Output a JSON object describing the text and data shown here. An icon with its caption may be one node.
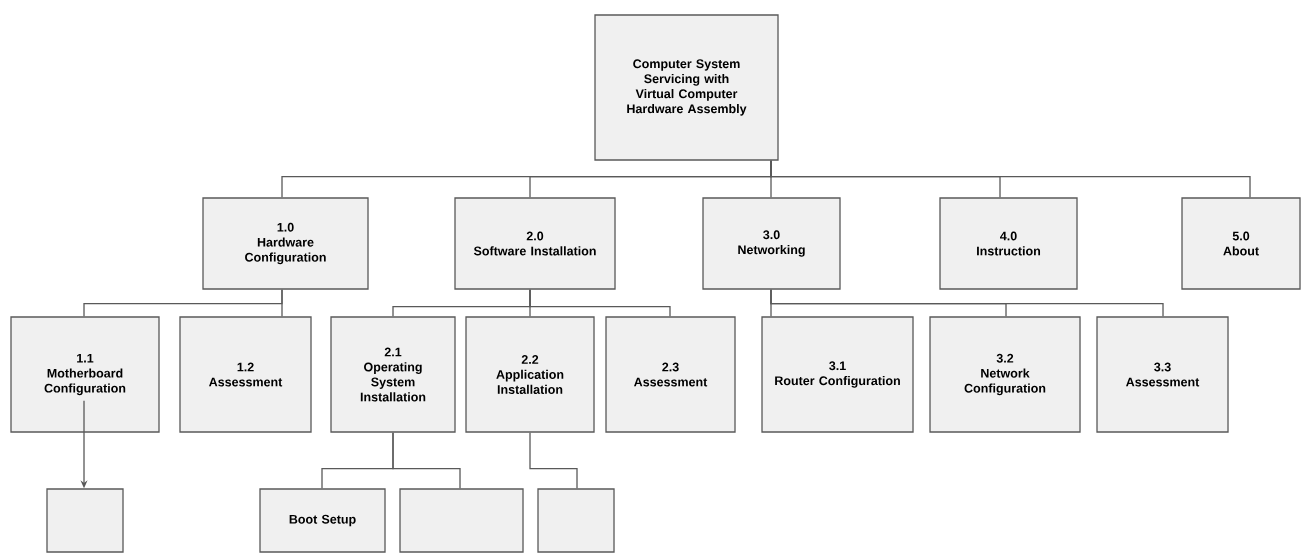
{
  "diagram": {
    "nodes": [
      {
        "text": [
          "Computer System Servicing with Virtual Computer Hardware Assembly"
        ]
      },
      {
        "text": [
          "1.0",
          "Hardware Configuration"
        ]
      },
      {
        "text": [
          "2.0",
          "Software Installation"
        ]
      },
      {
        "text": [
          "3.0",
          "Networking"
        ]
      },
      {
        "text": [
          "4.0",
          "Instruction"
        ]
      },
      {
        "text": [
          "5.0",
          "About"
        ]
      },
      {
        "text": [
          "1.1",
          "Motherboard Configuration"
        ]
      },
      {
        "text": [
          "1.2",
          "Assessment"
        ]
      },
      {
        "text": [
          "2.1",
          "Operating System Installation"
        ]
      },
      {
        "text": [
          "2.2",
          "Application Installation"
        ]
      },
      {
        "text": [
          "2.3",
          "Assessment"
        ]
      },
      {
        "text": [
          "3.1",
          "Router Configuration"
        ]
      },
      {
        "text": [
          "3.2",
          "Network Configuration"
        ]
      },
      {
        "text": [
          "3.3",
          "Assessment"
        ]
      },
      {
        "text": [],
        "shape": "box"
      },
      {
        "text": [
          "Boot Setup"
        ]
      },
      {
        "text": [],
        "shape": "box"
      },
      {
        "text": [],
        "shape": "box"
      }
    ],
    "edges": [
      {
        "from": 0,
        "to": 1,
        "arrow": "none"
      },
      {
        "from": 0,
        "to": 2,
        "arrow": "none"
      },
      {
        "from": 0,
        "to": 3,
        "arrow": "none"
      },
      {
        "from": 0,
        "to": 4,
        "arrow": "none"
      },
      {
        "from": 0,
        "to": 5,
        "arrow": "none"
      },
      {
        "from": 1,
        "to": 6,
        "arrow": "none"
      },
      {
        "from": 1,
        "to": 7,
        "arrow": "none"
      },
      {
        "from": 2,
        "to": 8,
        "arrow": "none"
      },
      {
        "from": 2,
        "to": 9,
        "arrow": "none"
      },
      {
        "from": 2,
        "to": 10,
        "arrow": "none"
      },
      {
        "from": 3,
        "to": 11,
        "arrow": "none"
      },
      {
        "from": 3,
        "to": 12,
        "arrow": "none"
      },
      {
        "from": 3,
        "to": 13,
        "arrow": "none"
      },
      {
        "from": 6,
        "to": 14,
        "arrow": "to"
      },
      {
        "from": 8,
        "to": 15,
        "arrow": "none"
      },
      {
        "from": 8,
        "to": 16,
        "arrow": "none"
      },
      {
        "from": 9,
        "to": 17,
        "arrow": "none"
      }
    ]
  }
}
